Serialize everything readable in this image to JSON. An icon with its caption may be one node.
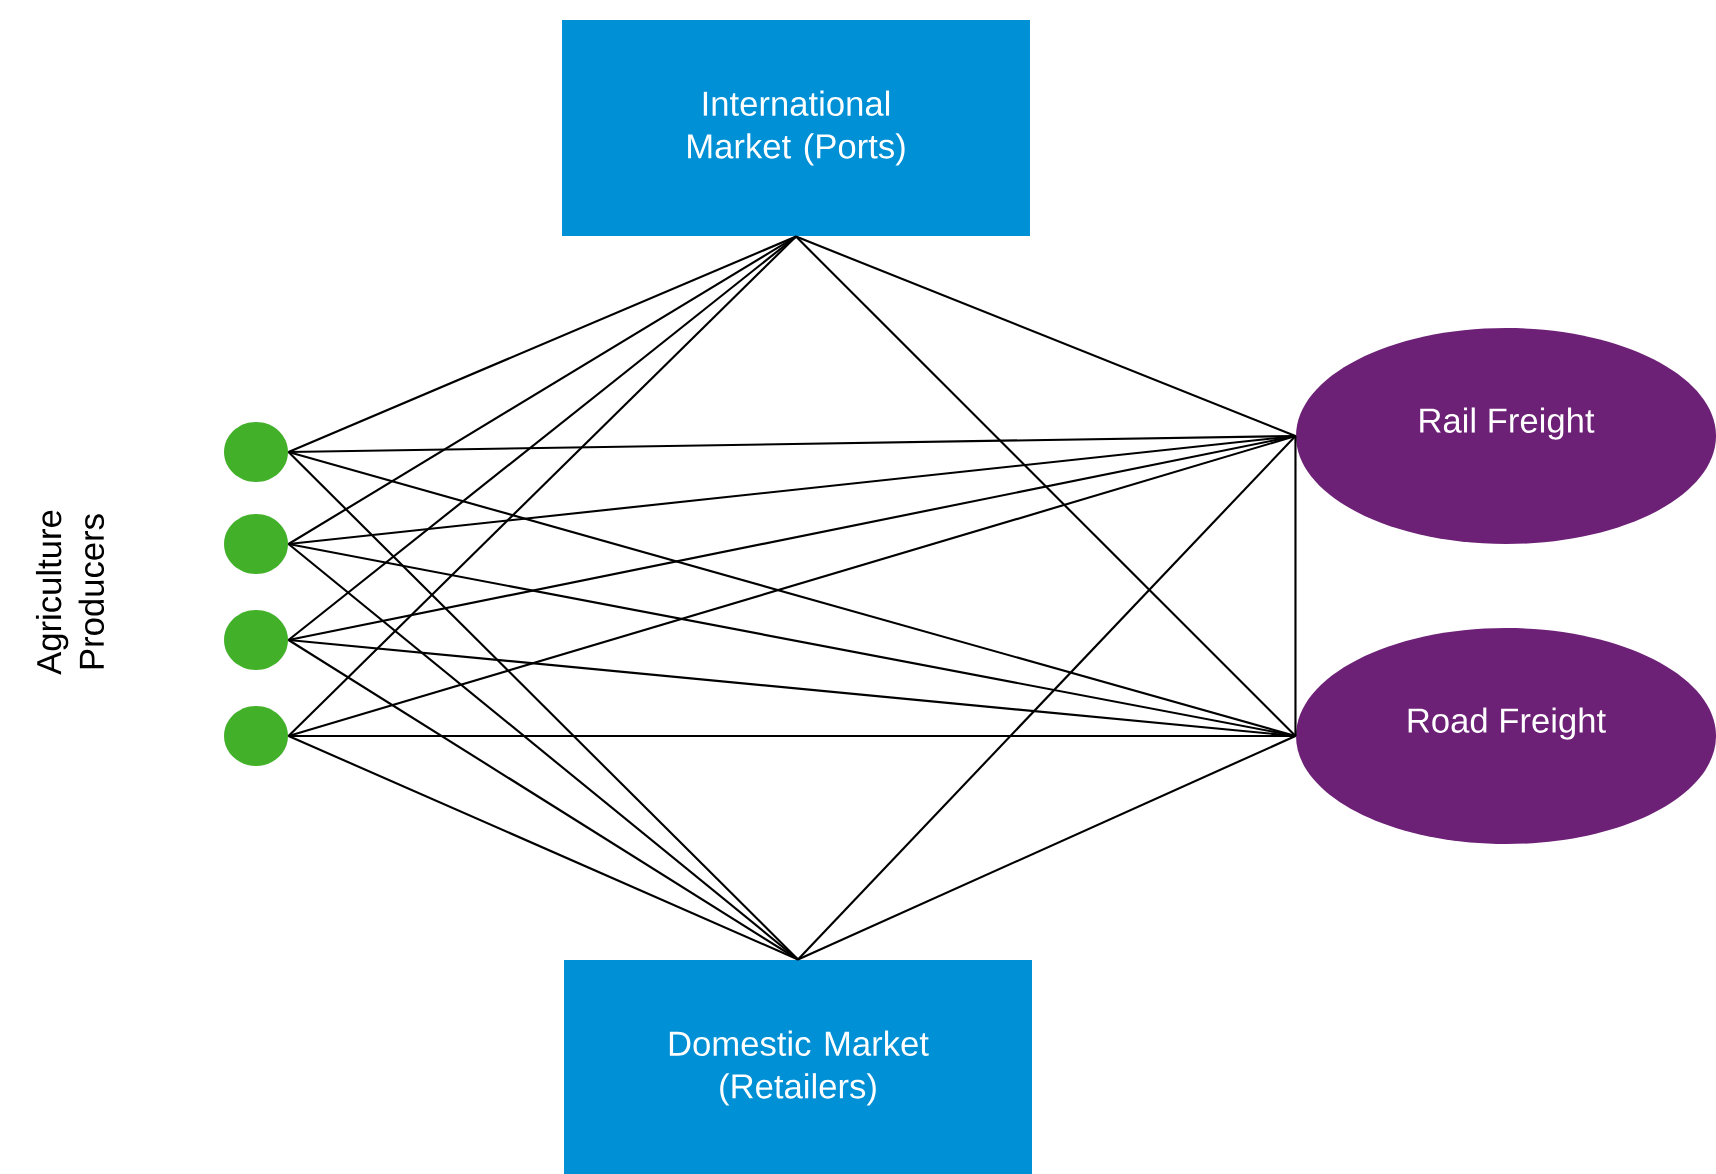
{
  "diagram": {
    "nodes": [
      {
        "text": [
          "International Market (Ports)"
        ]
      },
      {
        "text": [],
        "shape": "circle"
      },
      {
        "text": [],
        "shape": "circle"
      },
      {
        "text": [],
        "shape": "circle"
      },
      {
        "text": [],
        "shape": "circle"
      },
      {
        "text": [
          "Rail Freight"
        ]
      },
      {
        "text": [
          "Road Freight"
        ]
      },
      {
        "text": [
          "Domestic Market (Retailers)"
        ]
      }
    ],
    "edges": [
      {
        "from": 1,
        "to": 0,
        "arrow": "none"
      },
      {
        "from": 2,
        "to": 0,
        "arrow": "none"
      },
      {
        "from": 3,
        "to": 0,
        "arrow": "none"
      },
      {
        "from": 4,
        "to": 0,
        "arrow": "none"
      },
      {
        "from": 1,
        "to": 5,
        "arrow": "none"
      },
      {
        "from": 2,
        "to": 5,
        "arrow": "none"
      },
      {
        "from": 3,
        "to": 5,
        "arrow": "none"
      },
      {
        "from": 4,
        "to": 5,
        "arrow": "none"
      },
      {
        "from": 1,
        "to": 6,
        "arrow": "none"
      },
      {
        "from": 2,
        "to": 6,
        "arrow": "none"
      },
      {
        "from": 3,
        "to": 6,
        "arrow": "none"
      },
      {
        "from": 4,
        "to": 6,
        "arrow": "none"
      },
      {
        "from": 1,
        "to": 7,
        "arrow": "none"
      },
      {
        "from": 2,
        "to": 7,
        "arrow": "none"
      },
      {
        "from": 3,
        "to": 7,
        "arrow": "none"
      },
      {
        "from": 4,
        "to": 7,
        "arrow": "none"
      },
      {
        "from": 0,
        "to": 5,
        "arrow": "none"
      },
      {
        "from": 0,
        "to": 6,
        "arrow": "none"
      },
      {
        "from": 7,
        "to": 5,
        "arrow": "none"
      },
      {
        "from": 7,
        "to": 6,
        "arrow": "none"
      },
      {
        "from": 5,
        "to": 6,
        "arrow": "none"
      }
    ],
    "labels": [
      "Agriculture Producers"
    ]
  }
}
